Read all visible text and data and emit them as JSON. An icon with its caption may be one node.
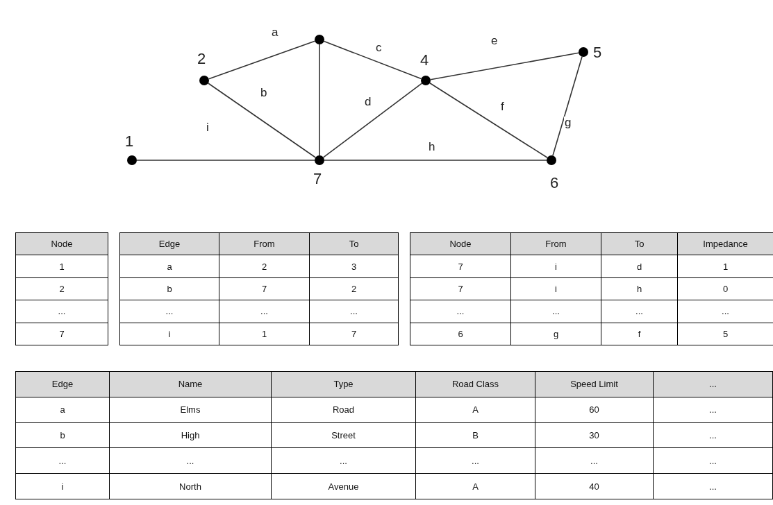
{
  "diagram": {
    "nodes": [
      {
        "text": [],
        "shape": "circle",
        "beside": [
          "1"
        ]
      },
      {
        "text": [],
        "shape": "circle",
        "beside": [
          "2"
        ]
      },
      {
        "text": [],
        "shape": "circle"
      },
      {
        "text": [],
        "shape": "circle",
        "beside": [
          "4"
        ]
      },
      {
        "text": [],
        "shape": "circle",
        "beside": [
          "5"
        ]
      },
      {
        "text": [],
        "shape": "circle",
        "beside": [
          "6"
        ]
      },
      {
        "text": [],
        "shape": "circle",
        "beside": [
          "7"
        ]
      }
    ],
    "edges": [
      {
        "from": 1,
        "to": 2,
        "arrow": "none",
        "label": "a"
      },
      {
        "from": 6,
        "to": 1,
        "arrow": "none",
        "label": "b"
      },
      {
        "from": 2,
        "to": 3,
        "arrow": "none",
        "label": "c"
      },
      {
        "from": 6,
        "to": 3,
        "arrow": "none",
        "label": "d"
      },
      {
        "from": 3,
        "to": 4,
        "arrow": "none",
        "label": "e"
      },
      {
        "from": 3,
        "to": 5,
        "arrow": "none",
        "label": "f"
      },
      {
        "from": 5,
        "to": 4,
        "arrow": "none",
        "label": "g"
      },
      {
        "from": 6,
        "to": 5,
        "arrow": "none",
        "label": "h"
      },
      {
        "from": 0,
        "to": 6,
        "arrow": "none",
        "label": "i"
      },
      {
        "from": 2,
        "to": 6,
        "arrow": "none"
      }
    ],
    "labels": [
      "Node",
      "1",
      "2",
      "...",
      "7",
      "Edge",
      "From",
      "To",
      "a",
      "2",
      "3",
      "b",
      "7",
      "2",
      "...",
      "...",
      "...",
      "i",
      "1",
      "7",
      "Node",
      "From",
      "To",
      "Impedance",
      "7",
      "i",
      "d",
      "1",
      "7",
      "i",
      "h",
      "0",
      "...",
      "...",
      "...",
      "...",
      "6",
      "g",
      "f",
      "5",
      "Edge",
      "Name",
      "Type",
      "Road Class",
      "Speed Limit",
      "...",
      "a",
      "Elms",
      "Road",
      "A",
      "60",
      "...",
      "b",
      "High",
      "Street",
      "B",
      "30",
      "...",
      "...",
      "...",
      "...",
      "...",
      "...",
      "...",
      "i",
      "North",
      "Avenue",
      "A",
      "40",
      "..."
    ]
  }
}
